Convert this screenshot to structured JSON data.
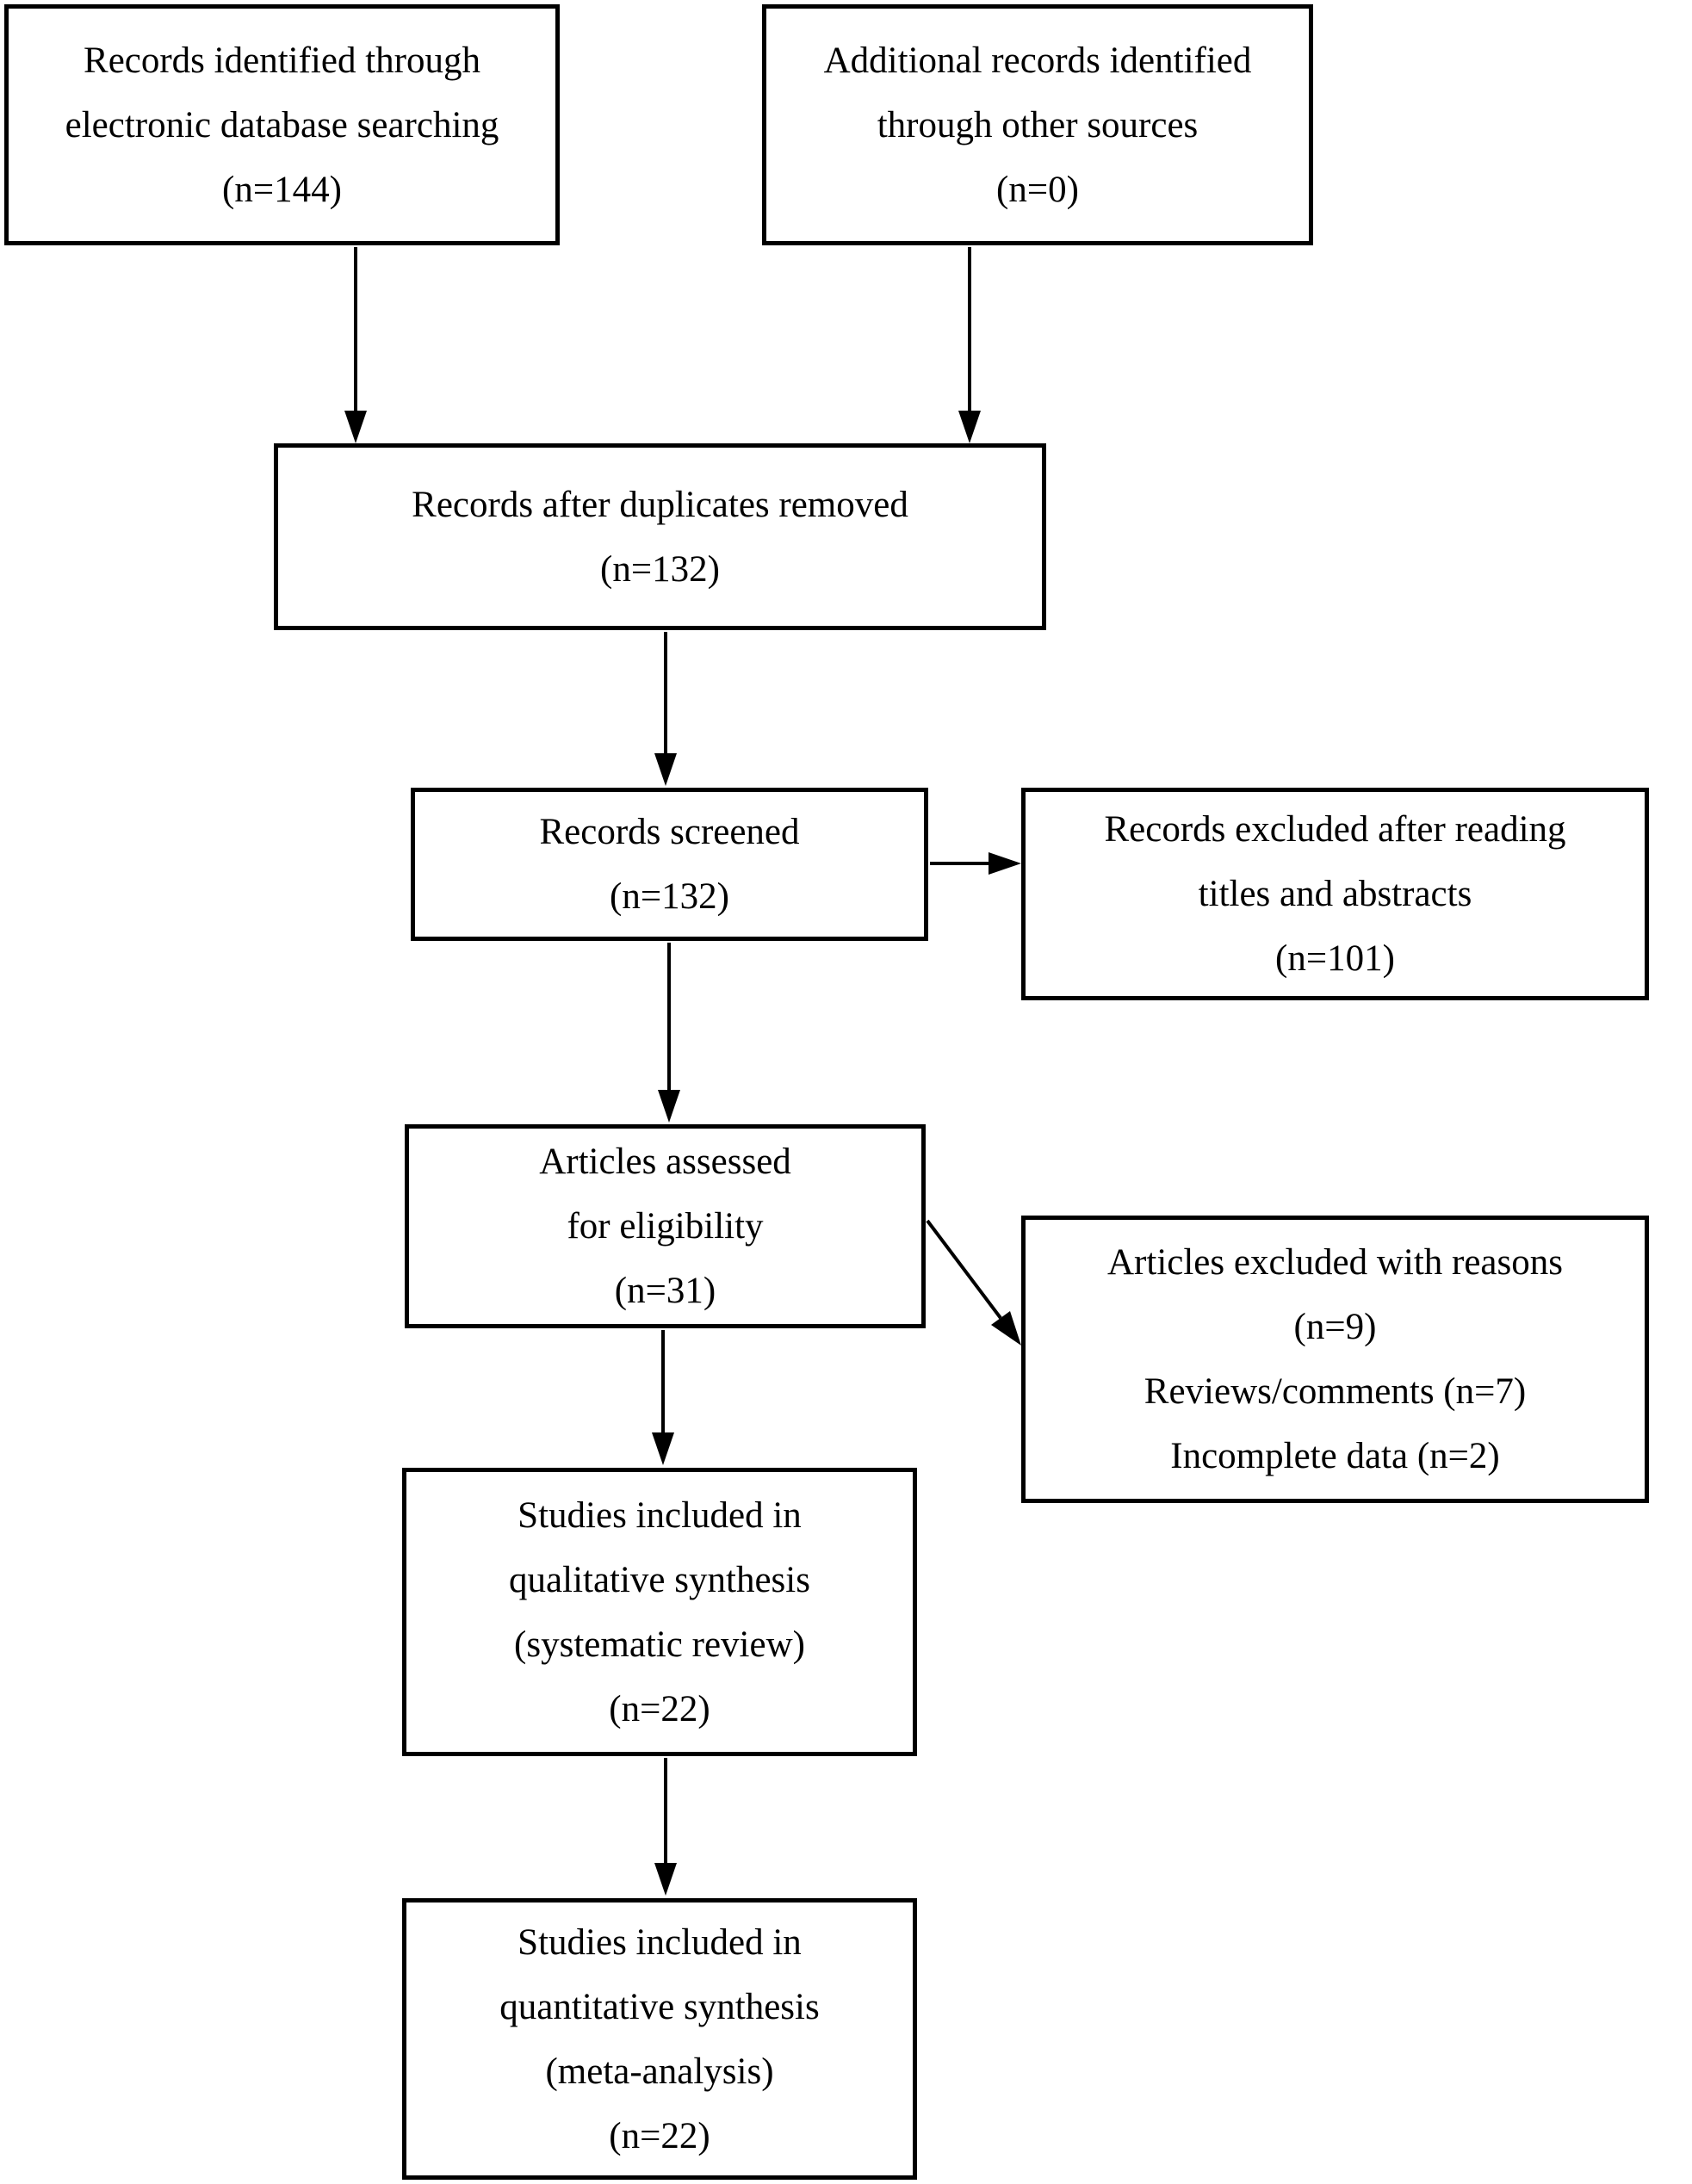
{
  "figure": {
    "kind": "flowchart",
    "background_color": "#ffffff",
    "ink_color": "#000000"
  },
  "boxes": {
    "identified": {
      "lines": [
        "Records identified through",
        "electronic database searching",
        "(n=144)"
      ]
    },
    "additional": {
      "lines": [
        "Additional records identified",
        "through other sources",
        "(n=0)"
      ]
    },
    "duplicates": {
      "lines": [
        "Records after duplicates removed",
        "(n=132)"
      ]
    },
    "screened": {
      "lines": [
        "Records screened",
        "(n=132)"
      ]
    },
    "excluded_titles": {
      "lines": [
        "Records excluded after reading",
        "titles and abstracts",
        "(n=101)"
      ]
    },
    "eligibility": {
      "lines": [
        "Articles assessed",
        "for eligibility",
        "(n=31)"
      ]
    },
    "excluded_reasons": {
      "lines": [
        "Articles excluded with reasons",
        "(n=9)",
        "Reviews/comments (n=7)",
        "Incomplete data (n=2)"
      ]
    },
    "qualitative": {
      "lines": [
        "Studies included in",
        "qualitative synthesis",
        "(systematic review)",
        "(n=22)"
      ]
    },
    "quantitative": {
      "lines": [
        "Studies included in",
        "quantitative synthesis",
        "(meta-analysis)",
        "(n=22)"
      ]
    }
  },
  "edges": [
    {
      "from": "identified",
      "to": "duplicates"
    },
    {
      "from": "additional",
      "to": "duplicates"
    },
    {
      "from": "duplicates",
      "to": "screened"
    },
    {
      "from": "screened",
      "to": "excluded_titles"
    },
    {
      "from": "screened",
      "to": "eligibility"
    },
    {
      "from": "eligibility",
      "to": "excluded_reasons"
    },
    {
      "from": "eligibility",
      "to": "qualitative"
    },
    {
      "from": "qualitative",
      "to": "quantitative"
    }
  ]
}
